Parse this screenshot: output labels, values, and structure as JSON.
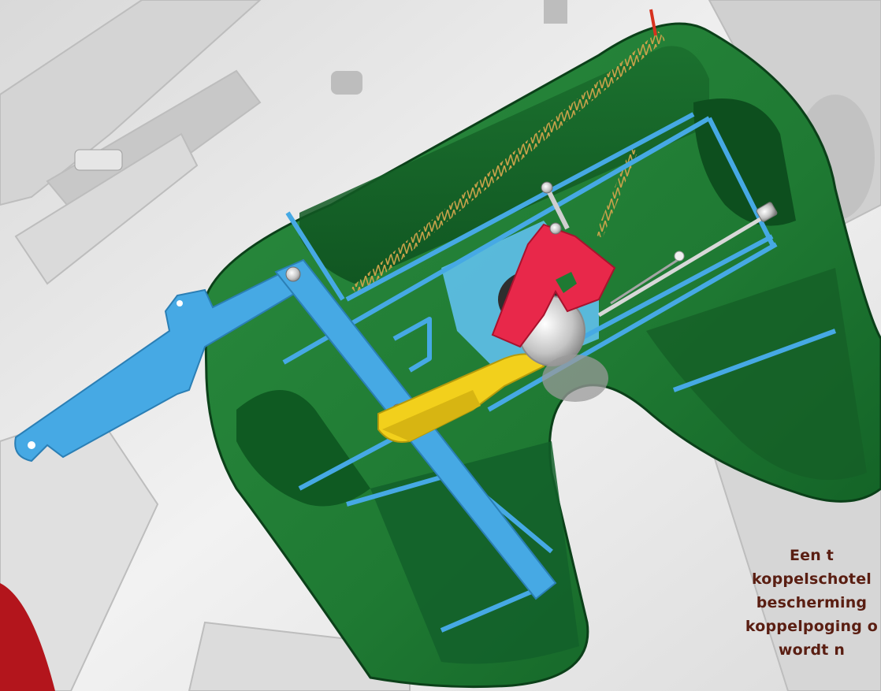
{
  "caption": {
    "lines": [
      "Een t",
      "koppelschotel",
      "bescherming",
      "koppelpoging o",
      "wordt n"
    ]
  },
  "colors": {
    "background": "#ebebeb",
    "coupling_plate_body": "#1f7a33",
    "coupling_plate_dark": "#0d4f1e",
    "frame_bars": "#46a9e4",
    "locking_pawl": "#e8284a",
    "jaw": "#f2d01c",
    "spring": "#c8a24a",
    "caption_text": "#5a1e12",
    "corner_accent": "#b3151c"
  }
}
